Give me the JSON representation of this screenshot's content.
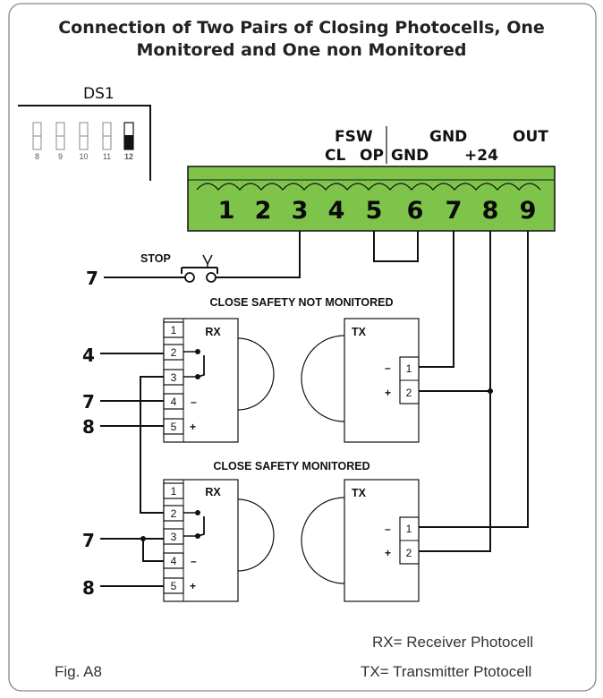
{
  "title_line1": "Connection of Two Pairs of Closing Photocells, One",
  "title_line2": "Monitored and One non Monitored",
  "dip_switch": {
    "label": "DS1",
    "switches": [
      "8",
      "9",
      "10",
      "11",
      "12"
    ],
    "on_switch": "12"
  },
  "terminal_labels": {
    "fsw": "FSW",
    "cl": "CL",
    "op": "OP",
    "gnd_top": "GND",
    "gnd_bottom": "GND",
    "plus24": "+24",
    "out": "OUT"
  },
  "terminals": [
    "1",
    "2",
    "3",
    "4",
    "5",
    "6",
    "7",
    "8",
    "9"
  ],
  "terminal_color": "#7ec34a",
  "stop": {
    "label": "STOP",
    "wire_number": "7"
  },
  "section_not_monitored": {
    "title": "CLOSE SAFETY NOT MONITORED",
    "rx_label": "RX",
    "tx_label": "TX",
    "rx_pins": [
      "1",
      "2",
      "3",
      "4",
      "5"
    ],
    "tx_pins": [
      "1",
      "2"
    ],
    "wire_numbers": [
      "4",
      "7",
      "8"
    ]
  },
  "section_monitored": {
    "title": "CLOSE SAFETY MONITORED",
    "rx_label": "RX",
    "tx_label": "TX",
    "rx_pins": [
      "1",
      "2",
      "3",
      "4",
      "5"
    ],
    "tx_pins": [
      "1",
      "2"
    ],
    "wire_numbers": [
      "7",
      "8"
    ]
  },
  "symbols": {
    "minus": "–",
    "plus": "+"
  },
  "figure_label": "Fig. A8",
  "legend": {
    "rx": "RX= Receiver Photocell",
    "tx": "TX= Transmitter Ptotocell"
  }
}
